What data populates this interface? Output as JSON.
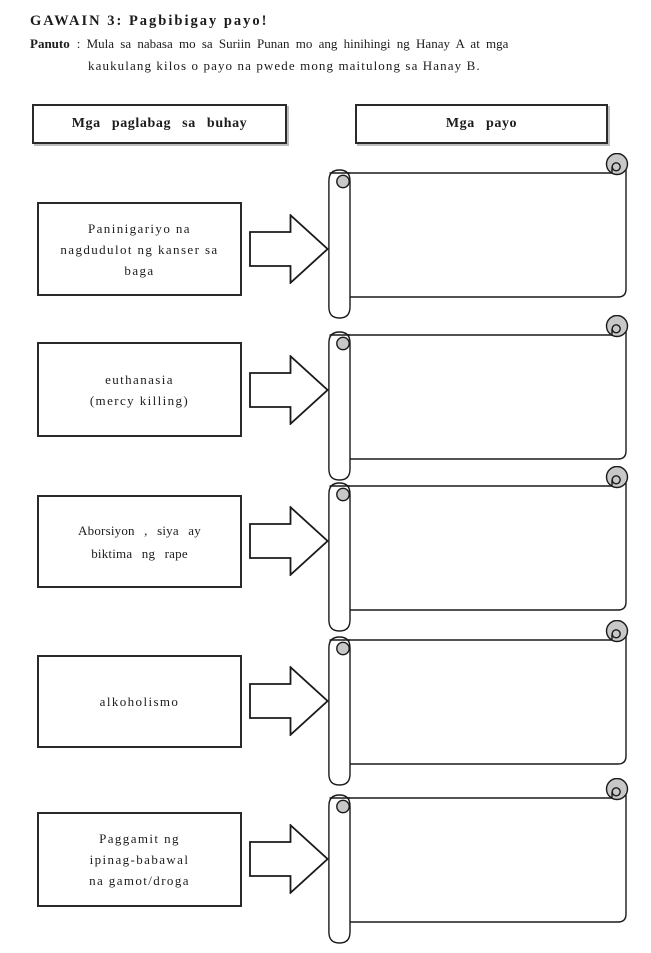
{
  "title": "GAWAIN 3: Pagbibigay payo!",
  "instructions": {
    "label": "Panuto",
    "body": ": Mula sa nabasa mo sa Suriin Punan mo ang hinihingi ng Hanay A at mga",
    "line2": "kaukulang kilos o payo na pwede mong maitulong sa Hanay B."
  },
  "columns": {
    "left_header": "Mga paglabag sa buhay",
    "right_header": "Mga payo"
  },
  "rows": [
    {
      "violation": "Paninigariyo na\nnagdudulot ng kanser sa\nbaga",
      "answer": ""
    },
    {
      "violation": "euthanasia\n(mercy killing)",
      "answer": ""
    },
    {
      "violation": "Aborsiyon , siya ay\nbiktima ng rape",
      "answer": ""
    },
    {
      "violation": "alkoholismo",
      "answer": ""
    },
    {
      "violation": "Paggamit ng\nipinag-babawal\nna gamot/droga",
      "answer": ""
    }
  ],
  "icons": {
    "arrow": "right-block-arrow",
    "scroll": "blank-vertical-scroll"
  },
  "colors": {
    "ink": "#1a1a1a",
    "paper": "#ffffff",
    "scroll_curl_fill": "#c8c8c8",
    "header_shadow": "#bdbdbd"
  }
}
